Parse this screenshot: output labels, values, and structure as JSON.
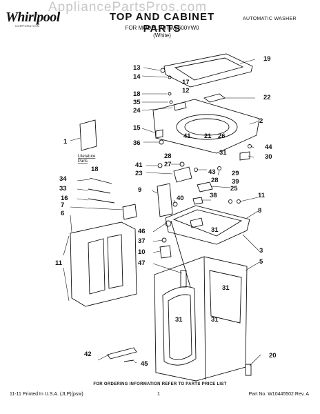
{
  "header": {
    "watermark": "AppliancePartsPros.com",
    "brand": "Whirlpool",
    "brand_sub": "CORPORATION",
    "title": "TOP AND CABINET PARTS",
    "model_line": "FOR MODEL: WTW8600YW0",
    "color_line": "(White)",
    "product": "AUTOMATIC WASHER"
  },
  "diagram": {
    "literature_label_1": "Literature",
    "literature_label_2": "Parts",
    "callouts": {
      "c1": "1",
      "c2": "2",
      "c3": "3",
      "c5": "5",
      "c6": "6",
      "c7": "7",
      "c8": "8",
      "c9": "9",
      "c10": "10",
      "c11a": "11",
      "c11b": "11",
      "c12": "12",
      "c13": "13",
      "c14": "14",
      "c15": "15",
      "c16": "16",
      "c17": "17",
      "c18a": "18",
      "c18b": "18",
      "c19": "19",
      "c20": "20",
      "c21": "21",
      "c22": "22",
      "c23": "23",
      "c24": "24",
      "c25": "25",
      "c26": "26",
      "c27": "27",
      "c28a": "28",
      "c28b": "28",
      "c29": "29",
      "c30": "30",
      "c31a": "31",
      "c31b": "31",
      "c31c": "31",
      "c31d": "31",
      "c31e": "31",
      "c33": "33",
      "c34": "34",
      "c35": "35",
      "c36": "36",
      "c37": "37",
      "c38": "38",
      "c39": "39",
      "c40": "40",
      "c41a": "41",
      "c41b": "41",
      "c42": "42",
      "c43": "43",
      "c44": "44",
      "c45": "45",
      "c46": "46",
      "c47": "47"
    }
  },
  "footer": {
    "order_note": "FOR ORDERING INFORMATION REFER TO PARTS PRICE LIST",
    "left": "11-11 Printed In U.S.A. (JLP)(psw)",
    "center": "1",
    "right": "Part No. W10445502 Rev. A"
  }
}
